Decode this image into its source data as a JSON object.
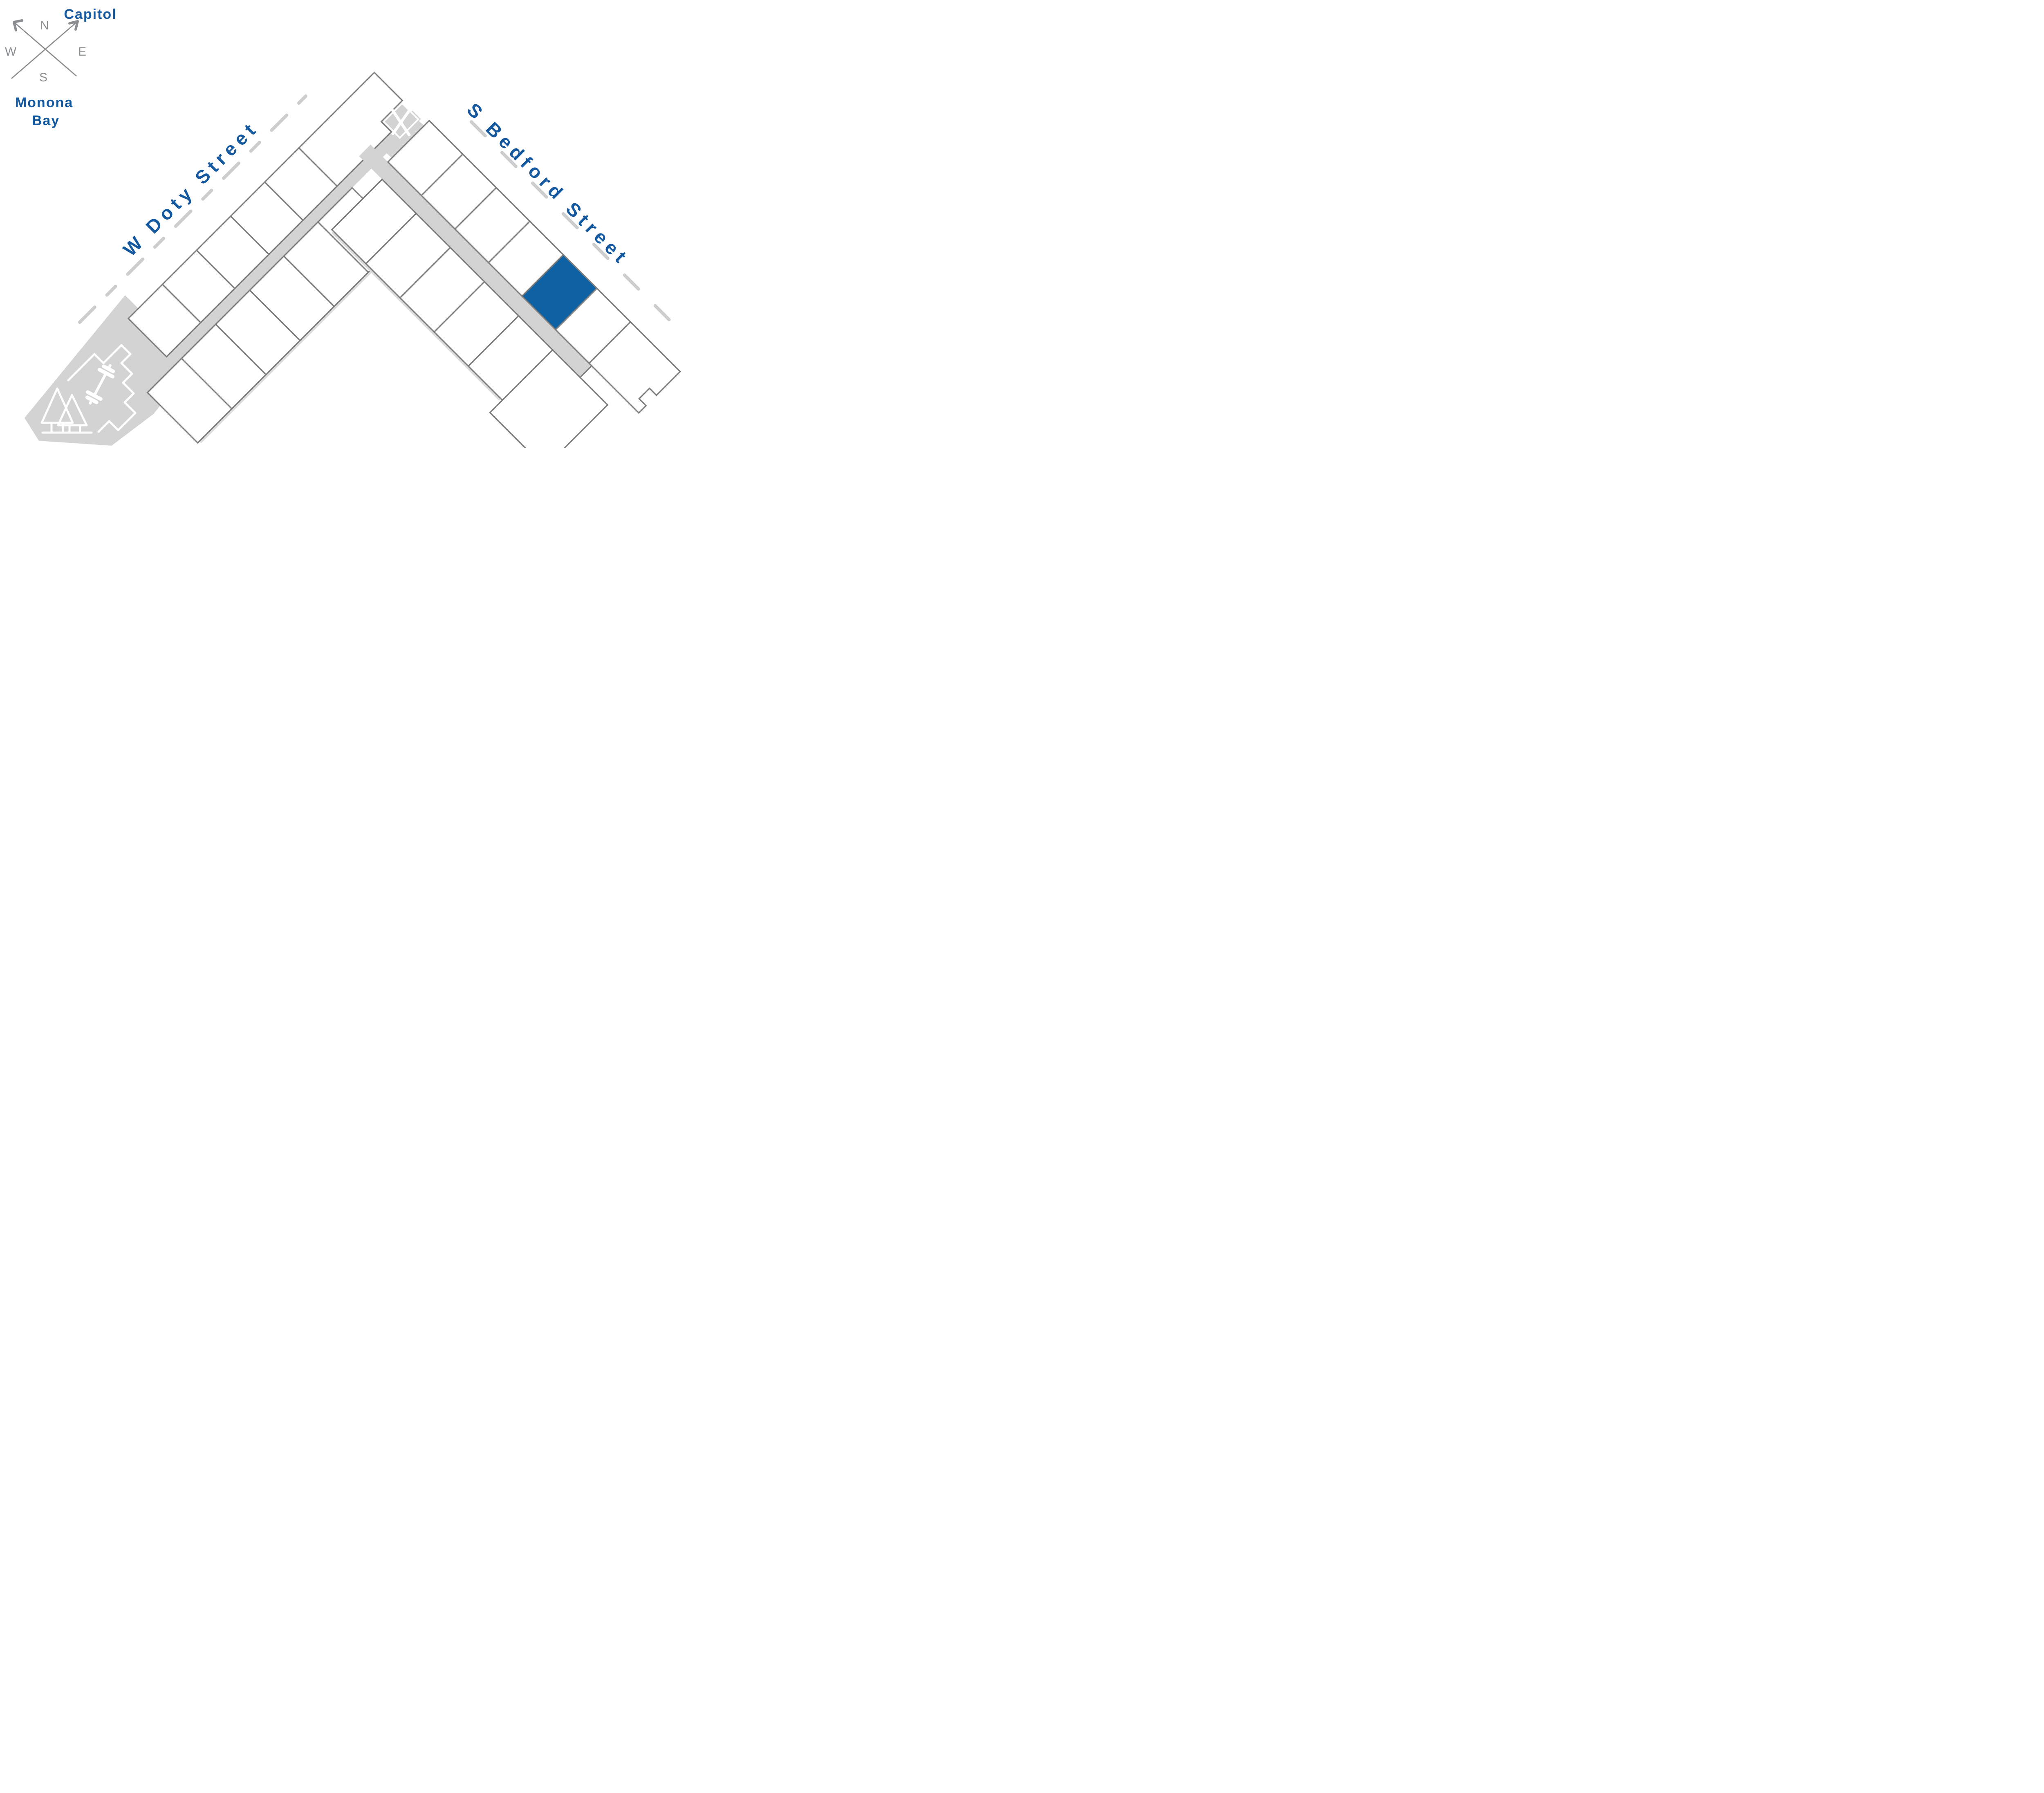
{
  "compass": {
    "north": "N",
    "west": "W",
    "east": "E",
    "south": "S"
  },
  "landmarks": {
    "capitol": "Capitol",
    "bay_line1": "Monona",
    "bay_line2": "Bay"
  },
  "streets": {
    "doty": "W Doty Street",
    "bedford": "S Bedford Street"
  },
  "blocks": {
    "w_doty_street": {
      "street_front_lots": 6,
      "inner_lots": 6
    },
    "s_bedford_street": {
      "street_front_lots": 7,
      "inner_lots": 6
    },
    "highlighted_lot": {
      "street": "S Bedford Street",
      "row": "street-front",
      "position_from_apex": 5,
      "fill": "#0E61A3"
    },
    "crossed_out_lot": {
      "symbol": "X",
      "location": "block-apex"
    }
  },
  "amenities": [
    {
      "icon": "dumbbell-icon",
      "area": "park"
    },
    {
      "icon": "pine-trees-icon",
      "area": "park"
    }
  ],
  "palette": {
    "lot_blue": "#0E61A3",
    "label_blue": "#14599F",
    "lot_border": "#7C7C7C",
    "street_surface": "#D3D3D3",
    "dashed_centerline": "#CBCDCF",
    "compass_gray": "#8A8D8F",
    "shadow": "#DCDCDC"
  }
}
